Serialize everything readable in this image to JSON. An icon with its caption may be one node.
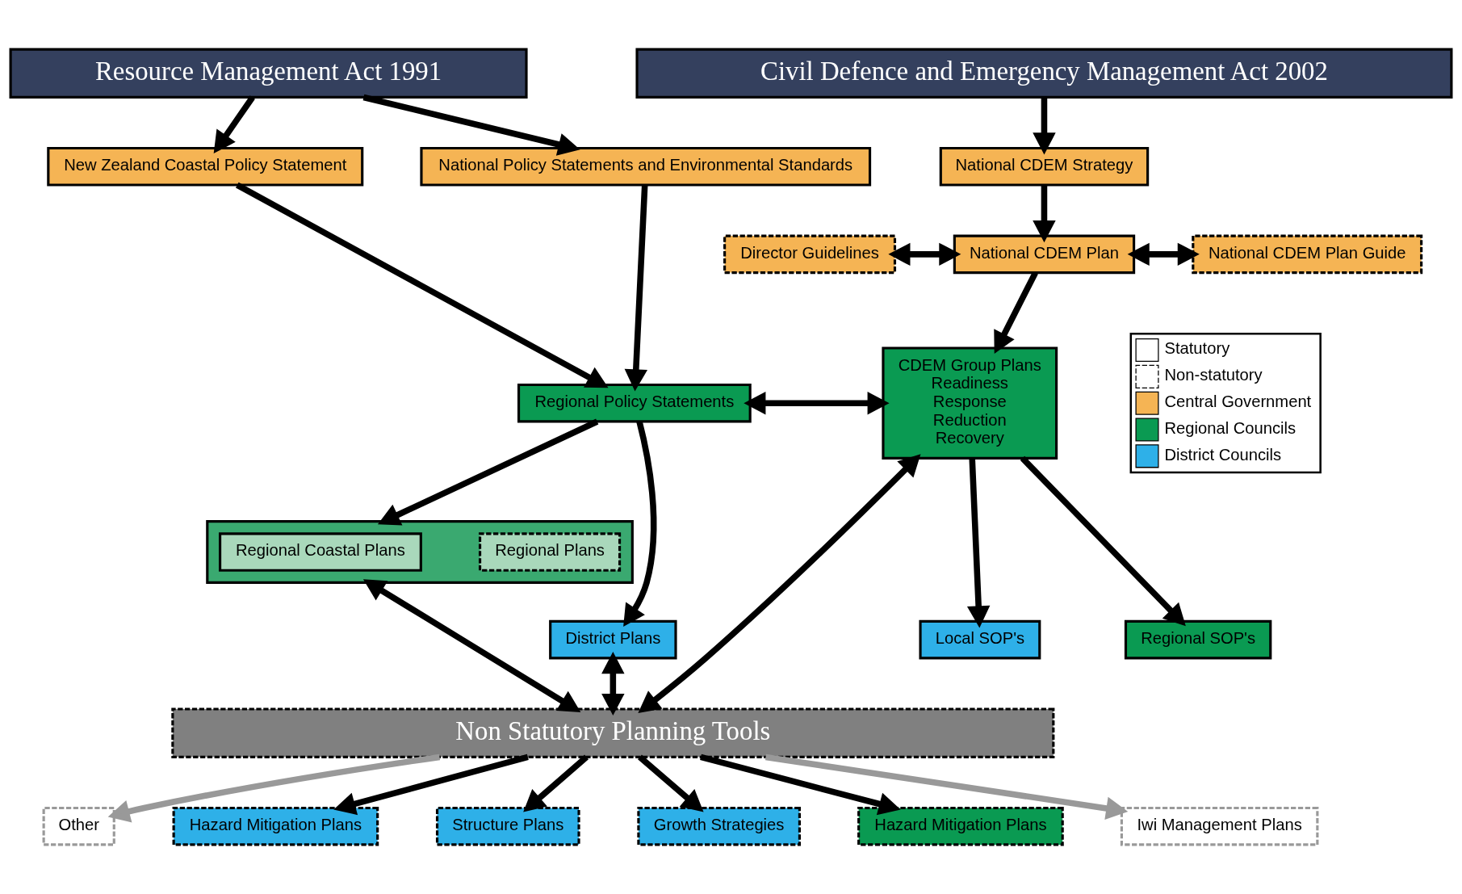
{
  "diagram": {
    "nodes": [
      {
        "text": [
          "Resource Management Act 1991"
        ]
      },
      {
        "text": [
          "Civil Defence and Emergency Management Act 2002"
        ]
      },
      {
        "text": [
          "New Zealand Coastal Policy Statement"
        ]
      },
      {
        "text": [
          "National Policy Statements and Environmental Standards"
        ]
      },
      {
        "text": [
          "Regional Policy Statements"
        ]
      },
      {
        "text": [],
        "shape": "box"
      },
      {
        "text": [
          "Regional Coastal Plans"
        ],
        "in": 5
      },
      {
        "text": [
          "Regional Plans"
        ],
        "in": 5
      },
      {
        "text": [
          "District Plans"
        ]
      },
      {
        "text": [
          "National CDEM Strategy"
        ]
      },
      {
        "text": [
          "Director Guidelines"
        ]
      },
      {
        "text": [
          "National CDEM Plan"
        ]
      },
      {
        "text": [
          "National CDEM Plan Guide"
        ]
      },
      {
        "text": [
          "CDEM Group Plans",
          "Readiness",
          "Response",
          "Reduction",
          "Recovery"
        ]
      },
      {
        "text": [
          "Local SOP's"
        ]
      },
      {
        "text": [
          "Regional SOP's"
        ]
      },
      {
        "text": [
          "Non Statutory Planning Tools"
        ]
      },
      {
        "text": [
          "Other"
        ]
      },
      {
        "text": [
          "Hazard Mitigation Plans"
        ]
      },
      {
        "text": [
          "Structure Plans"
        ]
      },
      {
        "text": [
          "Growth Strategies"
        ]
      },
      {
        "text": [
          "Hazard Mitigation Plans"
        ]
      },
      {
        "text": [
          "Iwi Management Plans"
        ]
      }
    ],
    "edges": [
      {
        "from": 0,
        "to": 2,
        "arrow": "to"
      },
      {
        "from": 0,
        "to": 3,
        "arrow": "to"
      },
      {
        "from": 2,
        "to": 4,
        "arrow": "to"
      },
      {
        "from": 3,
        "to": 4,
        "arrow": "to"
      },
      {
        "from": 4,
        "to": 5,
        "arrow": "to"
      },
      {
        "from": 4,
        "to": 8,
        "arrow": "to"
      },
      {
        "from": 4,
        "to": 13,
        "arrow": "both"
      },
      {
        "from": 1,
        "to": 9,
        "arrow": "to"
      },
      {
        "from": 9,
        "to": 11,
        "arrow": "to"
      },
      {
        "from": 10,
        "to": 11,
        "arrow": "both"
      },
      {
        "from": 11,
        "to": 12,
        "arrow": "both"
      },
      {
        "from": 11,
        "to": 13,
        "arrow": "to"
      },
      {
        "from": 13,
        "to": 14,
        "arrow": "to"
      },
      {
        "from": 13,
        "to": 15,
        "arrow": "to"
      },
      {
        "from": 5,
        "to": 16,
        "arrow": "both"
      },
      {
        "from": 8,
        "to": 16,
        "arrow": "both"
      },
      {
        "from": 13,
        "to": 16,
        "arrow": "both"
      },
      {
        "from": 16,
        "to": 17,
        "arrow": "to",
        "color": "#999999"
      },
      {
        "from": 16,
        "to": 18,
        "arrow": "to"
      },
      {
        "from": 16,
        "to": 19,
        "arrow": "to"
      },
      {
        "from": 16,
        "to": 20,
        "arrow": "to"
      },
      {
        "from": 16,
        "to": 21,
        "arrow": "to"
      },
      {
        "from": 16,
        "to": 22,
        "arrow": "to",
        "color": "#999999"
      }
    ],
    "legend": [
      {
        "text": "Statutory"
      },
      {
        "text": "Non-statutory"
      },
      {
        "text": "Central Government",
        "color": "#f5b454"
      },
      {
        "text": "Regional Councils",
        "color": "#0a9a52"
      },
      {
        "text": "District Councils",
        "color": "#2eb0e8"
      }
    ]
  }
}
